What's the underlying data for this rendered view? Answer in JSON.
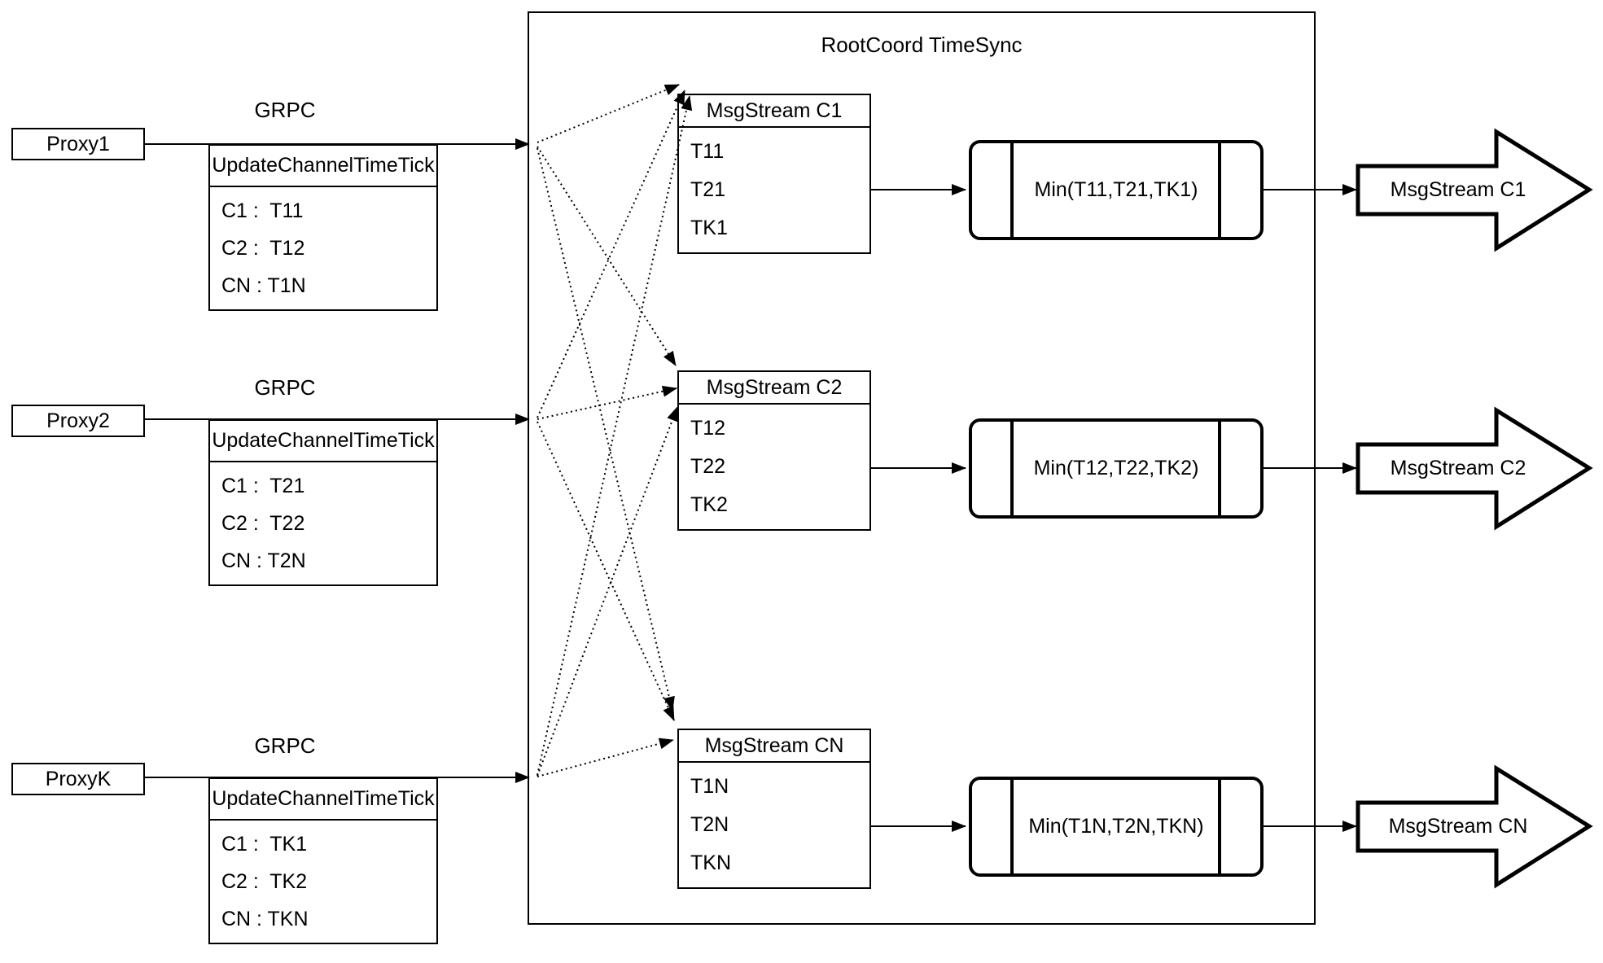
{
  "colors": {
    "ink": "#000000",
    "background": "#ffffff"
  },
  "diagram": {
    "title": "RootCoord TimeSync",
    "grpc_label": "GRPC",
    "proxies": [
      {
        "name": "Proxy1",
        "table_header": "UpdateChannelTimeTick",
        "rows": [
          "C1 :  T11",
          "C2 :  T12",
          "CN : T1N"
        ]
      },
      {
        "name": "Proxy2",
        "table_header": "UpdateChannelTimeTick",
        "rows": [
          "C1 :  T21",
          "C2 :  T22",
          "CN : T2N"
        ]
      },
      {
        "name": "ProxyK",
        "table_header": "UpdateChannelTimeTick",
        "rows": [
          "C1 :  TK1",
          "C2 :  TK2",
          "CN : TKN"
        ]
      }
    ],
    "streams": [
      {
        "header": "MsgStream C1",
        "rows": [
          "T11",
          "T21",
          "TK1"
        ],
        "min_label": "Min(T11,T21,TK1)",
        "out_label": "MsgStream C1"
      },
      {
        "header": "MsgStream C2",
        "rows": [
          "T12",
          "T22",
          "TK2"
        ],
        "min_label": "Min(T12,T22,TK2)",
        "out_label": "MsgStream C2"
      },
      {
        "header": "MsgStream CN",
        "rows": [
          "T1N",
          "T2N",
          "TKN"
        ],
        "min_label": "Min(T1N,T2N,TKN)",
        "out_label": "MsgStream CN"
      }
    ]
  }
}
